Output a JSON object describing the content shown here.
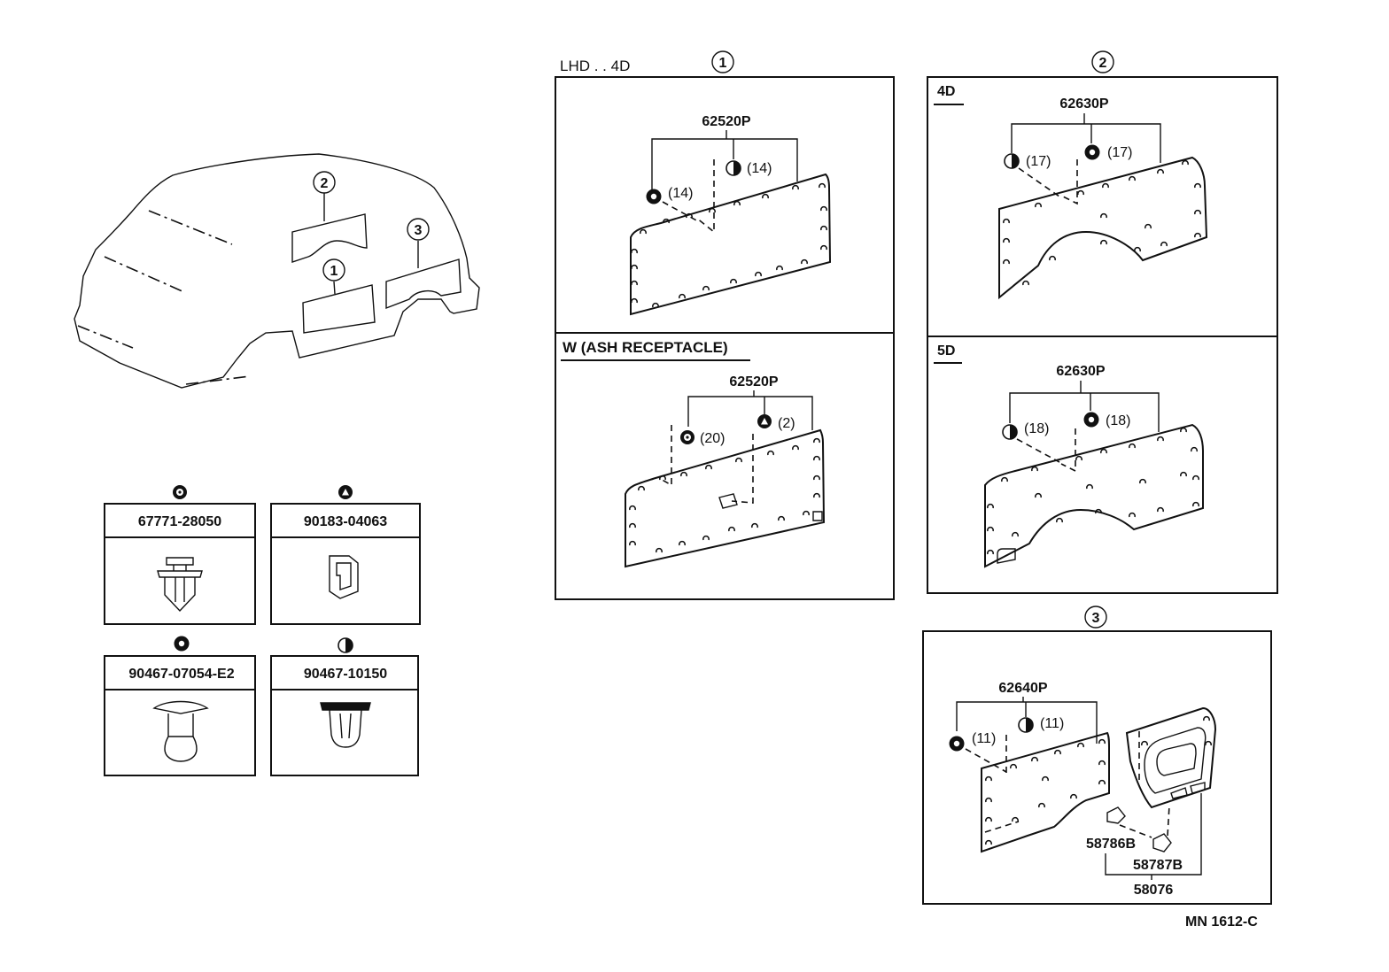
{
  "overview": {
    "callouts": [
      "2",
      "3",
      "1"
    ]
  },
  "panel1": {
    "number": "1",
    "top": {
      "heading": "LHD . . 4D",
      "part": "62520P",
      "clip_a_qty": "(14)",
      "clip_b_qty": "(14)"
    },
    "bottom": {
      "heading": "W (ASH  RECEPTACLE)",
      "part": "62520P",
      "clip_a_qty": "(20)",
      "clip_b_qty": "(2)"
    }
  },
  "panel2": {
    "number": "2",
    "top": {
      "heading": "4D",
      "part": "62630P",
      "clip_a_qty": "(17)",
      "clip_b_qty": "(17)"
    },
    "bottom": {
      "heading": "5D",
      "part": "62630P",
      "clip_a_qty": "(18)",
      "clip_b_qty": "(18)"
    }
  },
  "panel3": {
    "number": "3",
    "part": "62640P",
    "clip_a_qty": "(11)",
    "clip_b_qty": "(11)",
    "sub_parts": [
      "58786B",
      "58787B",
      "58076"
    ]
  },
  "legend": [
    {
      "part": "67771-28050",
      "symbol": "clip-ring-icon"
    },
    {
      "part": "90183-04063",
      "symbol": "clip-triangle-icon"
    },
    {
      "part": "90467-07054-E2",
      "symbol": "clip-solid-ring-icon"
    },
    {
      "part": "90467-10150",
      "symbol": "clip-half-icon"
    }
  ],
  "footer": {
    "code": "MN  1612-C"
  }
}
